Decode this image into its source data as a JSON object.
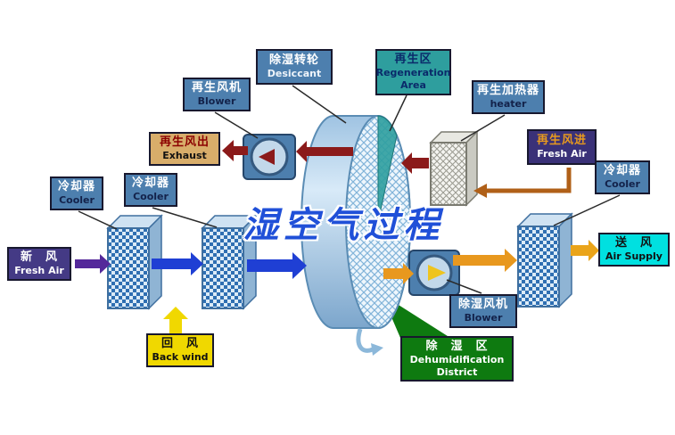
{
  "title": {
    "text": "湿空气过程"
  },
  "labels": {
    "desiccant": {
      "zh": "除湿转轮",
      "en": "Desiccant"
    },
    "regeneration_area": {
      "zh": "再生区",
      "en": "Regeneration Area"
    },
    "regen_blower": {
      "zh": "再生风机",
      "en": "Blower"
    },
    "regen_heater": {
      "zh": "再生加热器",
      "en": "heater"
    },
    "regen_exhaust": {
      "zh": "再生风出",
      "en": "Exhaust"
    },
    "regen_fresh_air": {
      "zh": "再生风进",
      "en": "Fresh Air"
    },
    "cooler_left_outer": {
      "zh": "冷却器",
      "en": "Cooler"
    },
    "cooler_left_inner": {
      "zh": "冷却器",
      "en": "Cooler"
    },
    "cooler_right": {
      "zh": "冷却器",
      "en": "Cooler"
    },
    "fresh_air_in": {
      "zh": "新　风",
      "en": "Fresh Air"
    },
    "back_wind": {
      "zh": "回　风",
      "en": "Back wind"
    },
    "dehumid_blower": {
      "zh": "除湿风机",
      "en": "Blower"
    },
    "dehumid_district": {
      "zh": "除　湿　区",
      "en": "Dehumidification District"
    },
    "air_supply": {
      "zh": "送　风",
      "en": "Air Supply"
    }
  },
  "colors": {
    "label_blue": "#4d7fae",
    "teal": "#2e9e9e",
    "tan": "#d8ad6a",
    "purple_dark": "#3a3178",
    "purple": "#443a85",
    "yellow": "#f0d800",
    "green": "#0e7a10",
    "cyan": "#00e0e0",
    "wheel_blue": "#a6c6e4",
    "arrow_purple": "#54289a",
    "arrow_blue": "#1f3fd4",
    "arrow_orange": "#e8981e",
    "arrow_gold": "#eaa41a",
    "arrow_dark_red": "#8b1a1a",
    "arrow_brown": "#b06018",
    "title_blue": "#2050d8"
  }
}
